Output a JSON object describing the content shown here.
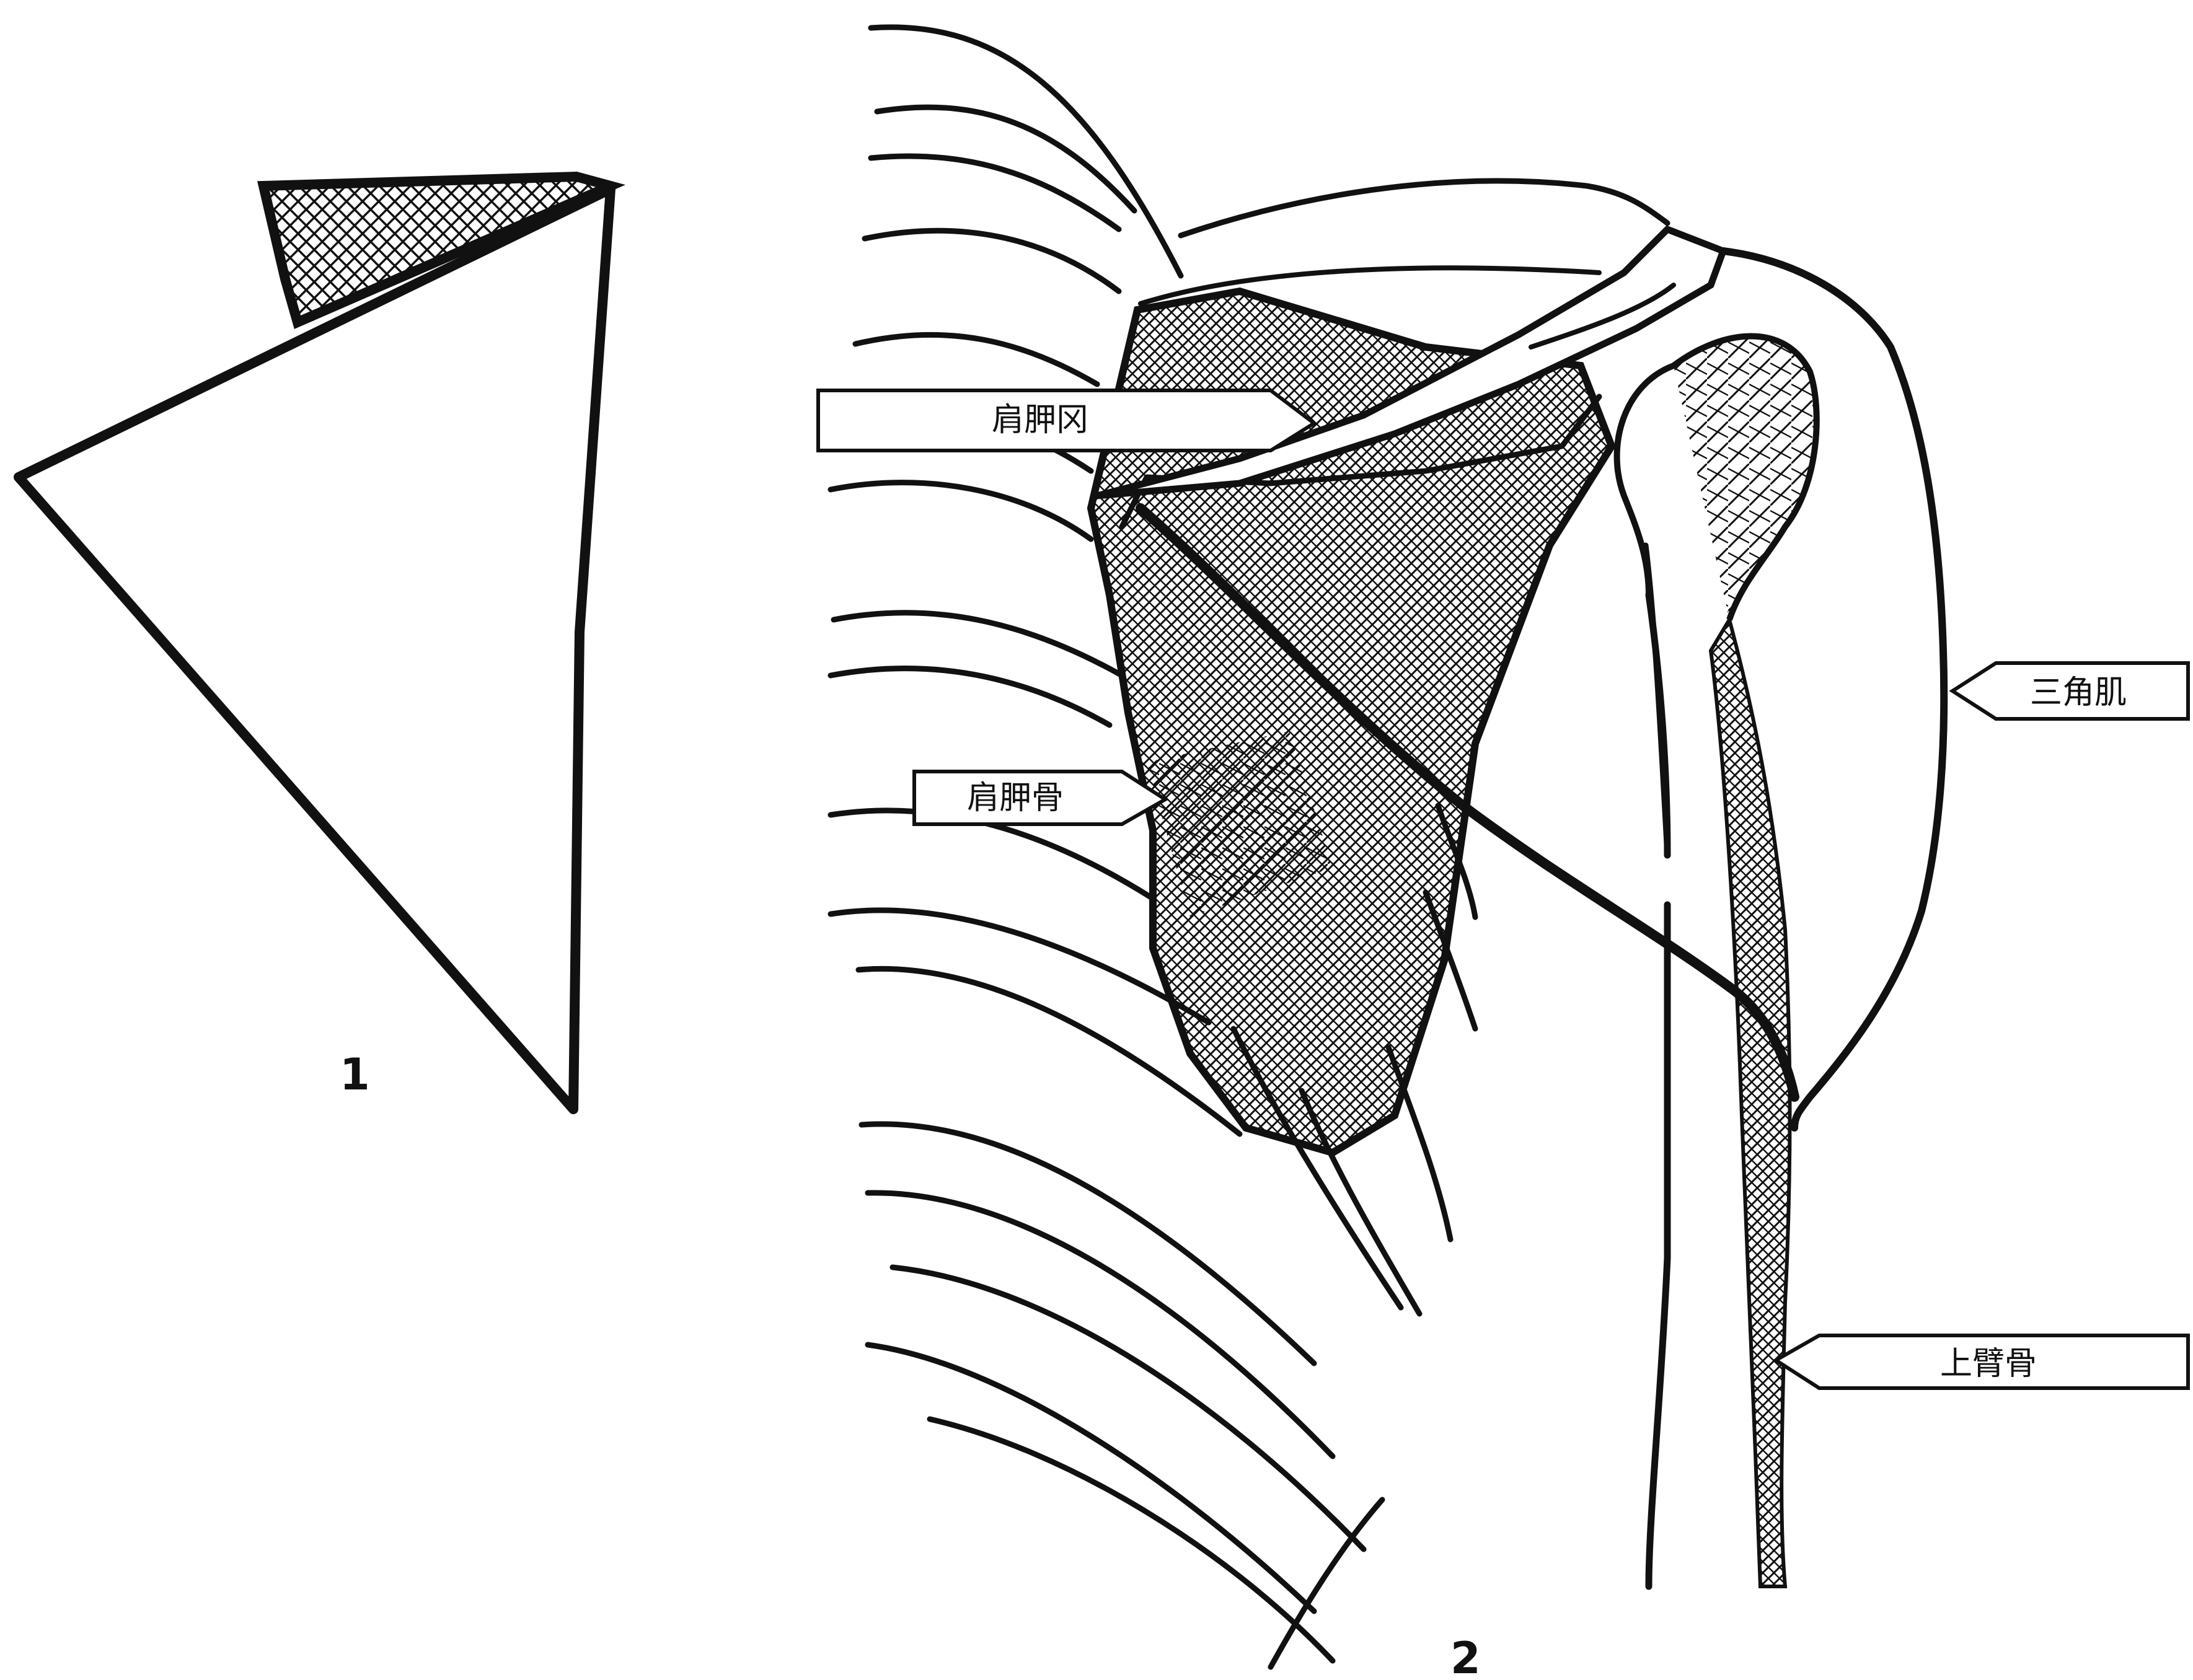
{
  "figure1": {
    "number": "1"
  },
  "figure2": {
    "number": "2"
  },
  "labels": {
    "scapular_notch": "肩胛冈",
    "scapula": "肩胛骨",
    "deltoid": "三角肌",
    "humerus": "上臂骨"
  },
  "colors": {
    "ink": "#111111",
    "paper": "#ffffff"
  }
}
